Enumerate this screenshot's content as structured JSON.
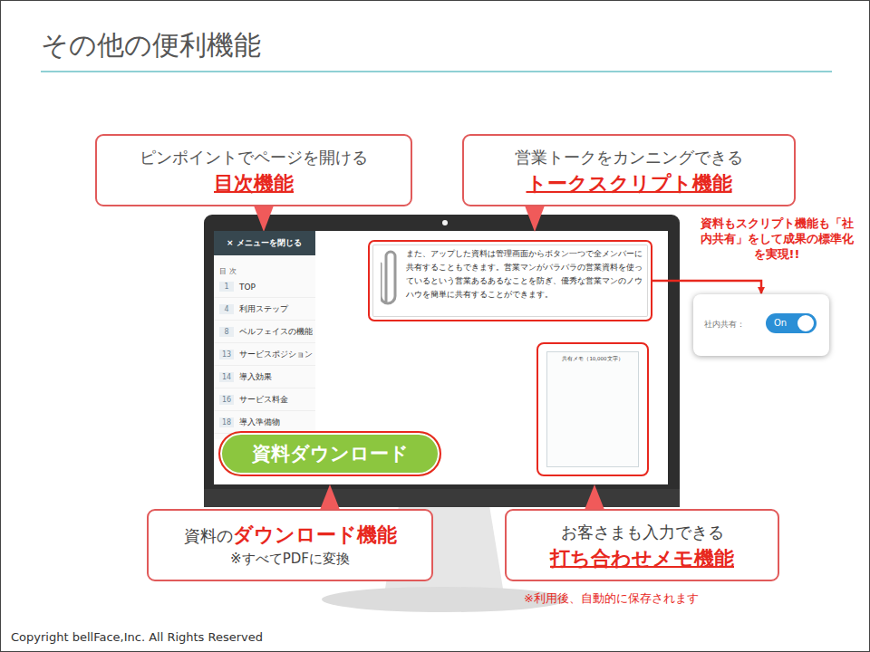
{
  "diagram": {
    "title": "その他の便利機能",
    "nodes": [
      {
        "text": [
          "ピンポイントでページを開ける",
          "目次機能"
        ]
      },
      {
        "text": [
          "営業トークをカンニングできる",
          "トークスクリプト機能"
        ]
      },
      {
        "text": [
          "× メニューを閉じる",
          "目 次"
        ]
      },
      {
        "text": [
          "1",
          "TOP"
        ],
        "in": 2
      },
      {
        "text": [
          "4",
          "利用ステップ"
        ],
        "in": 2
      },
      {
        "text": [
          "8",
          "ベルフェイスの機能"
        ],
        "in": 2
      },
      {
        "text": [
          "13",
          "サービスポジション"
        ],
        "in": 2
      },
      {
        "text": [
          "14",
          "導入効果"
        ],
        "in": 2
      },
      {
        "text": [
          "16",
          "サービス料金"
        ],
        "in": 2
      },
      {
        "text": [
          "18",
          "導入準備物"
        ],
        "in": 2
      },
      {
        "text": [
          "また、アップした資料は管理画面からボタン一つで全メンバーに共有することもできます。営業マンがバラバラの営業資料を使っているという営業あるあるなことを防ぎ、優秀な営業マンのノウハウを簡単に共有することができます。"
        ]
      },
      {
        "text": [
          "社内共有：",
          "On"
        ]
      },
      {
        "text": [
          "共有メモ（10,000文字）"
        ]
      },
      {
        "text": [
          "資料ダウンロード"
        ]
      },
      {
        "text": [
          "資料の",
          "ダウンロード機能",
          "※すべてPDFに変換"
        ]
      },
      {
        "text": [
          "お客さまも入力できる",
          "打ち合わせメモ機能"
        ]
      }
    ],
    "edges": [
      {
        "from": 10,
        "to": 11,
        "arrow": "to"
      }
    ],
    "labels": [
      "資料もスクリプト機能も「社内共有」をして成果の標準化を実現!!",
      "※利用後、自動的に保存されます",
      "Copyright bellFace,Inc. All Rights Reserved"
    ]
  }
}
